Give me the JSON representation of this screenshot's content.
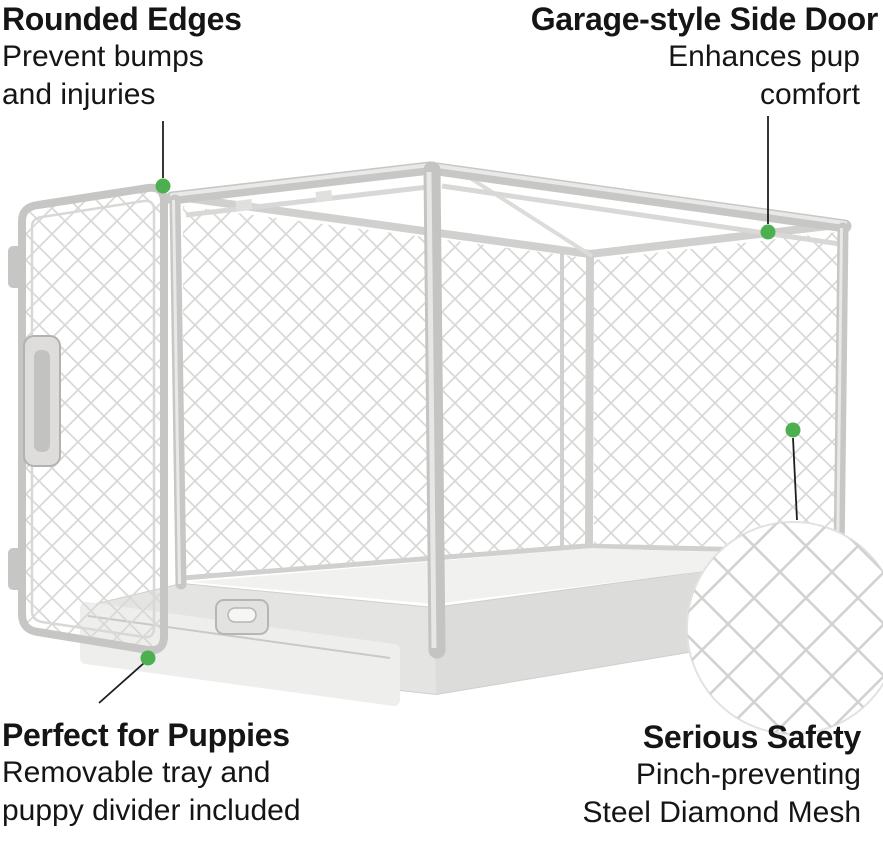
{
  "callouts": {
    "top_left": {
      "title": "Rounded Edges",
      "lines": [
        "Prevent bumps",
        "and injuries"
      ]
    },
    "top_right": {
      "title": "Garage-style Side Door",
      "lines": [
        "Enhances pup",
        "comfort"
      ]
    },
    "bottom_left": {
      "title": "Perfect for Puppies",
      "lines": [
        "Removable tray and",
        "puppy divider included"
      ]
    },
    "bottom_right": {
      "title": "Serious Safety",
      "lines": [
        "Pinch-preventing",
        "Steel Diamond Mesh"
      ]
    }
  },
  "markers": {
    "color": "#4caf50"
  },
  "illustration": {
    "subject": "collapsible dog crate with open front door, diamond mesh panels, removable tray and mesh close-up inset",
    "frame_color": "#c7c7c5",
    "mesh_color": "#d8d8d6",
    "base_color": "#e9e9e7"
  }
}
